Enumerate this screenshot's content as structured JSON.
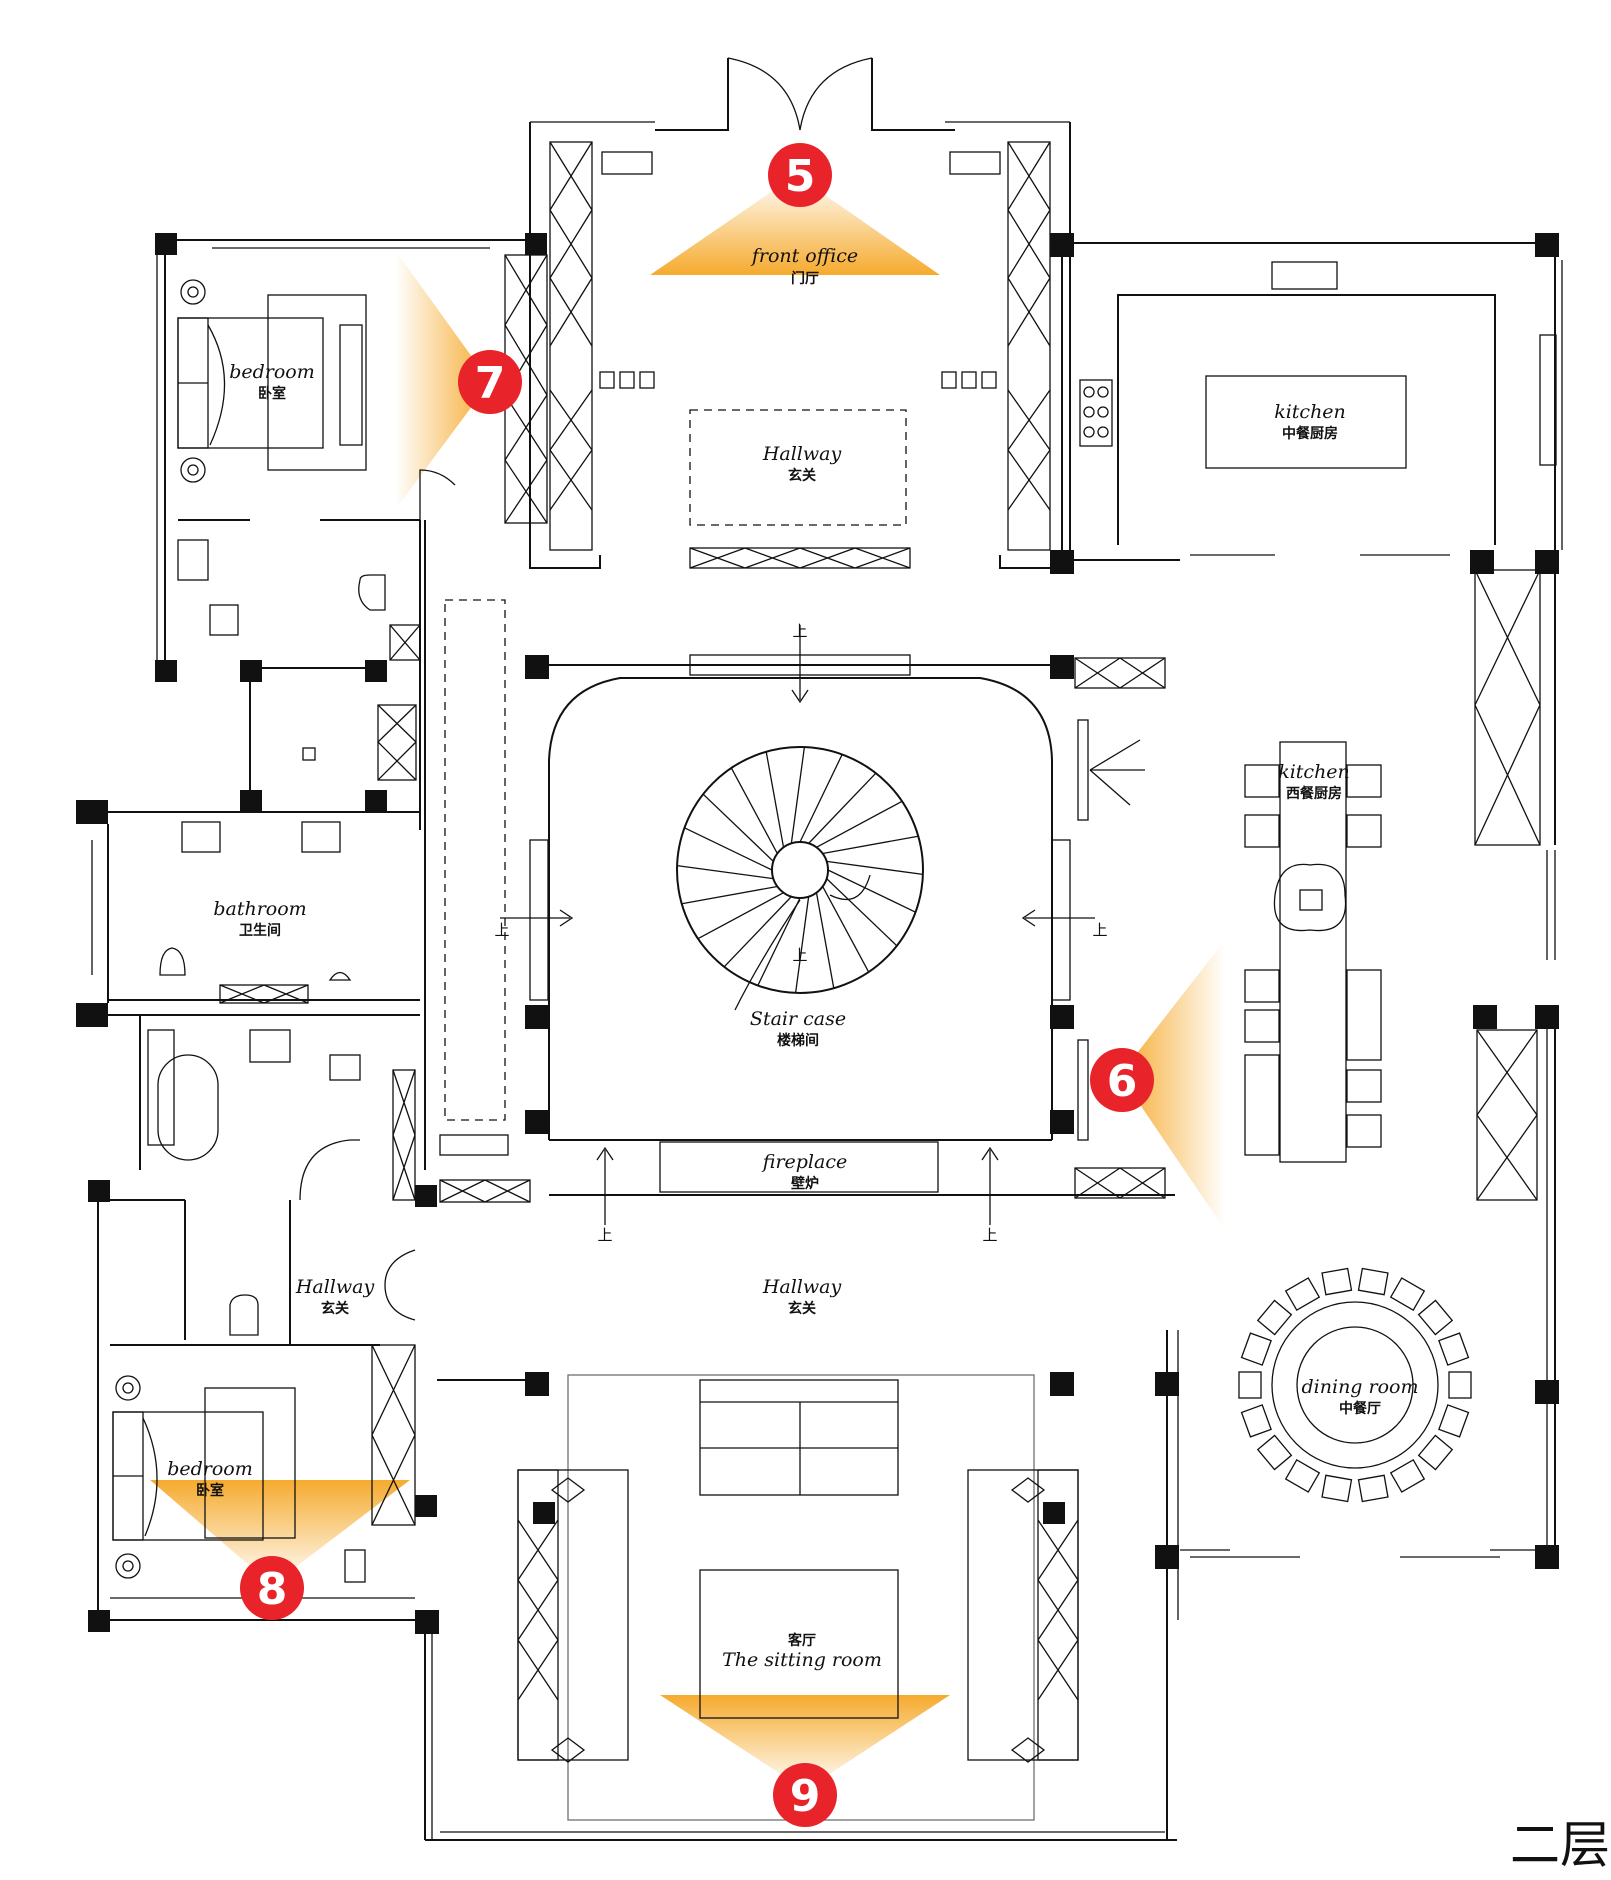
{
  "floor_label": "二层",
  "rooms": {
    "front_office": {
      "en": "front office",
      "cn": "门厅"
    },
    "bedroom_top": {
      "en": "bedroom",
      "cn": "卧室"
    },
    "hallway_top": {
      "en": "Hallway",
      "cn": "玄关"
    },
    "kitchen_cn": {
      "en": "kitchen",
      "cn": "中餐厨房"
    },
    "kitchen_west": {
      "en": "kitchen",
      "cn": "西餐厨房"
    },
    "bathroom": {
      "en": "bathroom",
      "cn": "卫生间"
    },
    "staircase": {
      "en": "Stair case",
      "cn": "楼梯间"
    },
    "fireplace": {
      "en": "fireplace",
      "cn": "壁炉"
    },
    "hallway_left": {
      "en": "Hallway",
      "cn": "玄关"
    },
    "hallway_mid": {
      "en": "Hallway",
      "cn": "玄关"
    },
    "dining_room": {
      "en": "dining room",
      "cn": "中餐厅"
    },
    "bedroom_bottom": {
      "en": "bedroom",
      "cn": "卧室"
    },
    "sitting_room": {
      "en": "The sitting room",
      "cn": "客厅"
    }
  },
  "arrow_label": "上",
  "markers": [
    {
      "num": "5"
    },
    {
      "num": "6"
    },
    {
      "num": "7"
    },
    {
      "num": "8"
    },
    {
      "num": "9"
    }
  ],
  "colors": {
    "marker": "#e8232a",
    "cone": "#f5a623",
    "line": "#111111"
  }
}
